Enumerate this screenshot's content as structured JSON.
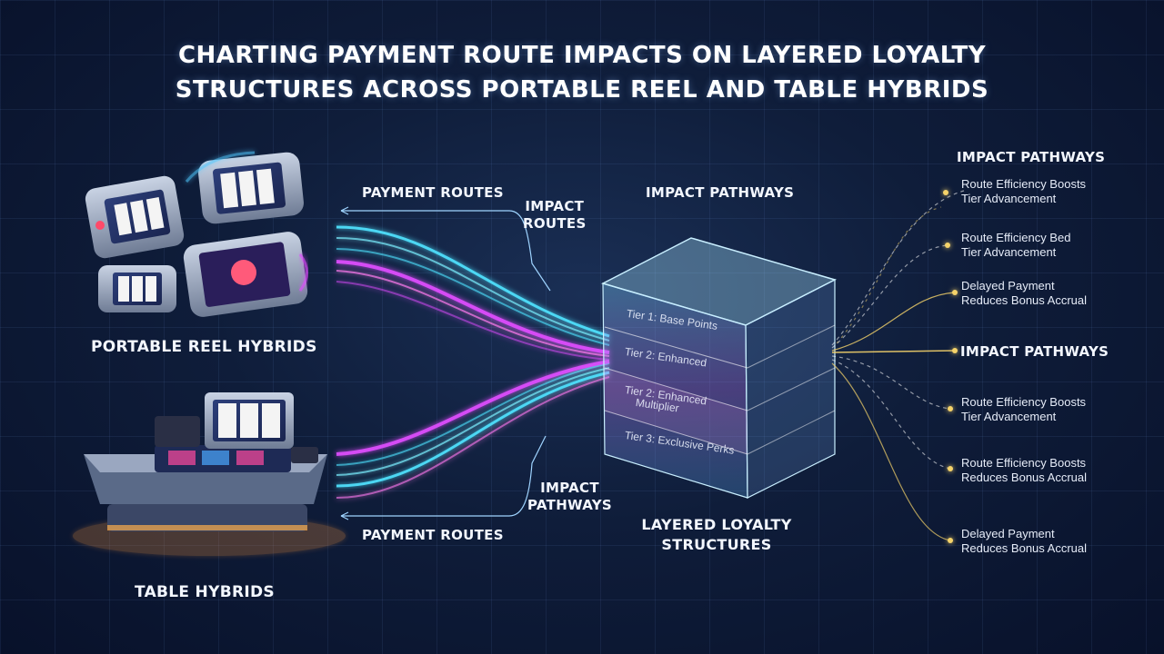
{
  "title": {
    "line1": "CHARTING PAYMENT ROUTE IMPACTS ON LAYERED LOYALTY",
    "line2": "STRUCTURES ACROSS PORTABLE REEL AND TABLE HYBRIDS"
  },
  "sources": {
    "portable": "PORTABLE REEL HYBRIDS",
    "table": "TABLE HYBRIDS"
  },
  "flow_labels": {
    "payment_routes_top": "PAYMENT ROUTES",
    "impact_routes_l1": "IMPACT",
    "impact_routes_l2": "ROUTES",
    "impact_pathways_center": "IMPACT PATHWAYS",
    "impact_pathways_low_l1": "IMPACT",
    "impact_pathways_low_l2": "PATHWAYS",
    "payment_routes_bottom": "PAYMENT ROUTES"
  },
  "structure": {
    "label_l1": "LAYERED LOYALTY",
    "label_l2": "STRUCTURES",
    "tiers": [
      "Tier 1: Base Points",
      "Tier 2: Enhanced",
      "Tier 2: Enhanced",
      "Multiplier",
      "Tier 3: Exclusive Perks"
    ]
  },
  "outcomes": {
    "header_top": "IMPACT PATHWAYS",
    "header_mid": "IMPACT PATHWAYS",
    "items": [
      {
        "l1": "Route Efficiency Boosts",
        "l2": "Tier Advancement"
      },
      {
        "l1": "Route Efficiency Bed",
        "l2": "Tier Advancement"
      },
      {
        "l1": "Delayed Payment",
        "l2": "Reduces Bonus Accrual"
      },
      {
        "l1": "Route Efficiency Boosts",
        "l2": "Tier Advancement"
      },
      {
        "l1": "Route Efficiency Boosts",
        "l2": "Reduces Bonus Accrual"
      },
      {
        "l1": "Delayed Payment",
        "l2": "Reduces Bonus Accrual"
      }
    ]
  },
  "colors": {
    "cyan": "#4fe3ff",
    "magenta": "#e04cff",
    "gold": "#f5d36a",
    "background": "#0f1d3a"
  }
}
